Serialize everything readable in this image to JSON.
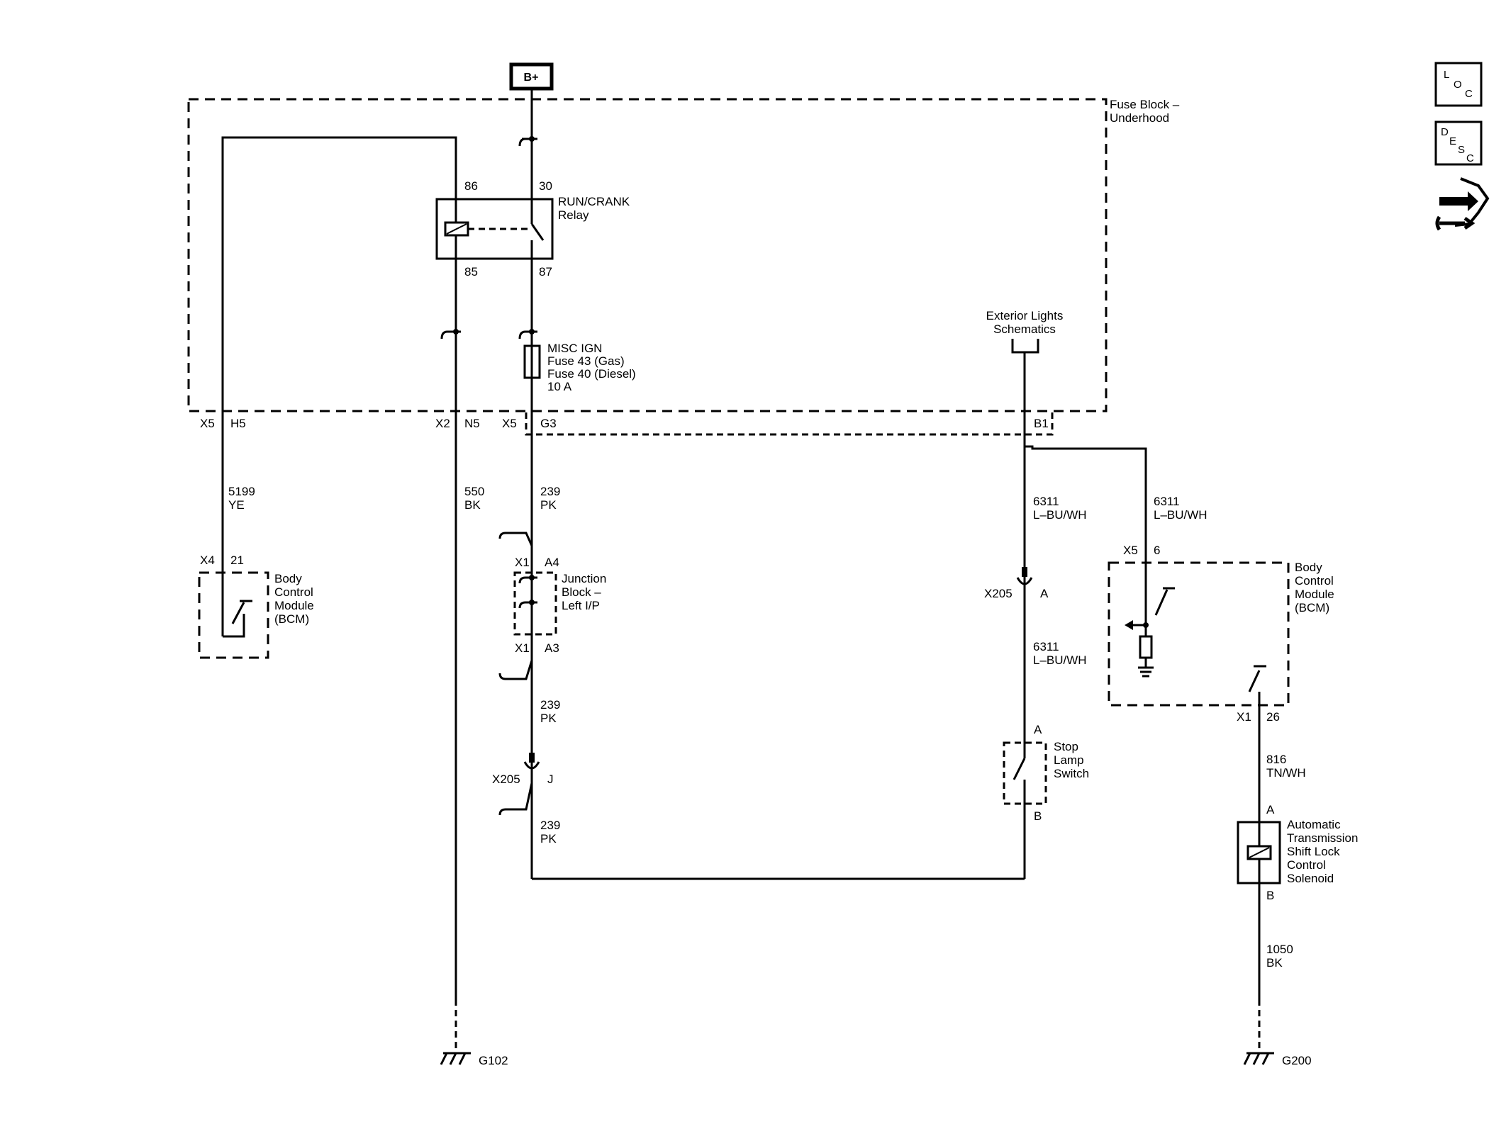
{
  "power": {
    "label": "B+"
  },
  "fuse_block": {
    "line1": "Fuse Block –",
    "line2": "Underhood"
  },
  "relay": {
    "name_line1": "RUN/CRANK",
    "name_line2": "Relay",
    "pin_86": "86",
    "pin_30": "30",
    "pin_85": "85",
    "pin_87": "87"
  },
  "fuse": {
    "line1": "MISC IGN",
    "line2": "Fuse 43 (Gas)",
    "line3": "Fuse 40 (Diesel)",
    "line4": "10 A"
  },
  "ext_lights": {
    "line1": "Exterior Lights",
    "line2": "Schematics"
  },
  "connectors": {
    "x5": "X5",
    "h5": "H5",
    "x2": "X2",
    "n5": "N5",
    "x5b": "X5",
    "g3": "G3",
    "b1": "B1",
    "x4": "X4",
    "p21": "21",
    "x1a": "X1",
    "a4": "A4",
    "x1b": "X1",
    "a3": "A3",
    "x205a": "X205",
    "pa": "A",
    "x205b": "X205",
    "pj": "J",
    "x5c": "X5",
    "p6": "6",
    "x1c": "X1",
    "p26": "26",
    "slsA": "A",
    "slsB": "B",
    "solA": "A",
    "solB": "B"
  },
  "wires": {
    "w5199": "5199",
    "ye": "YE",
    "w550": "550",
    "bk": "BK",
    "w239a": "239",
    "pka": "PK",
    "w239b": "239",
    "pkb": "PK",
    "w239c": "239",
    "pkc": "PK",
    "w6311a": "6311",
    "lbuwha": "L–BU/WH",
    "w6311b": "6311",
    "lbuwhb": "L–BU/WH",
    "w6311c": "6311",
    "lbuwhc": "L–BU/WH",
    "w816": "816",
    "tnwh": "TN/WH",
    "w1050": "1050",
    "bk2": "BK"
  },
  "bcm_left": {
    "line1": "Body",
    "line2": "Control",
    "line3": "Module",
    "line4": "(BCM)"
  },
  "junction": {
    "line1": "Junction",
    "line2": "Block –",
    "line3": "Left I/P"
  },
  "stop_lamp": {
    "line1": "Stop",
    "line2": "Lamp",
    "line3": "Switch"
  },
  "bcm_right": {
    "line1": "Body",
    "line2": "Control",
    "line3": "Module",
    "line4": "(BCM)"
  },
  "solenoid": {
    "line1": "Automatic",
    "line2": "Transmission",
    "line3": "Shift Lock",
    "line4": "Control",
    "line5": "Solenoid"
  },
  "grounds": {
    "g102": "G102",
    "g200": "G200"
  },
  "side_icons": {
    "loc": {
      "l": "L",
      "o": "O",
      "c": "C"
    },
    "desc": {
      "d": "D",
      "e": "E",
      "s": "S",
      "c": "C"
    },
    "third": "connector-icon"
  }
}
